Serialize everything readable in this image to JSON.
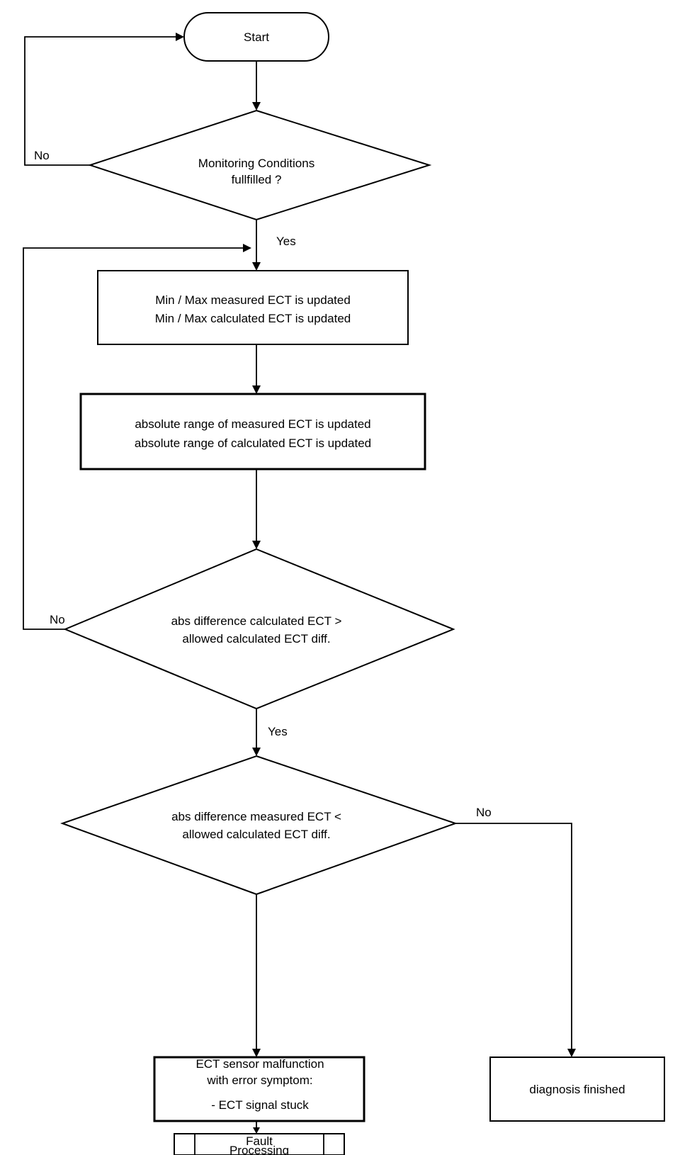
{
  "flowchart": {
    "start": "Start",
    "decision_monitoring": [
      "Monitoring Conditions",
      "fullfilled ?"
    ],
    "box_minmax": [
      "Min / Max measured ECT is updated",
      "Min / Max calculated ECT is updated"
    ],
    "box_range": [
      "absolute range of measured ECT is updated",
      "absolute range of calculated ECT is updated"
    ],
    "decision_calc_diff": [
      "abs difference calculated ECT  >",
      "allowed calculated ECT diff."
    ],
    "decision_meas_diff": [
      "abs difference measured ECT  <",
      "allowed calculated ECT diff."
    ],
    "box_malfunction": [
      "ECT sensor malfunction",
      "with error symptom:",
      "- ECT signal stuck"
    ],
    "box_finished": "diagnosis finished",
    "fault_processing": [
      "Fault",
      "Processing"
    ],
    "labels": {
      "no_1": "No",
      "yes_1": "Yes",
      "no_2": "No",
      "yes_2": "Yes",
      "no_3": "No"
    }
  }
}
